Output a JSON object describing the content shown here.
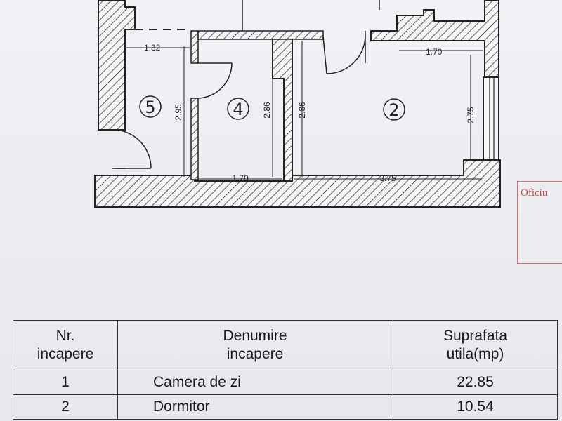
{
  "plan": {
    "dimensions": {
      "d_132": "1.32",
      "d_170_top": "1.70",
      "d_295": "2.95",
      "d_286_a": "2.86",
      "d_286_b": "2.86",
      "d_275": "2.75",
      "d_170_bottom": "1.70",
      "d_375": "3.75"
    },
    "room_numbers": {
      "r5": "5",
      "r4": "4",
      "r2": "2"
    }
  },
  "stamp": {
    "text": "Oficiu"
  },
  "table": {
    "headers": {
      "nr": "Nr.\nincapere",
      "name": "Denumire\nincapere",
      "area": "Suprafata\nutila(mp)"
    },
    "rows": [
      {
        "nr": "1",
        "name": "Camera de zi",
        "area": "22.85"
      },
      {
        "nr": "2",
        "name": "Dormitor",
        "area": "10.54"
      }
    ]
  },
  "colors": {
    "paper": "#eceef2",
    "lines": "#222222",
    "stamp": "#c94848"
  }
}
